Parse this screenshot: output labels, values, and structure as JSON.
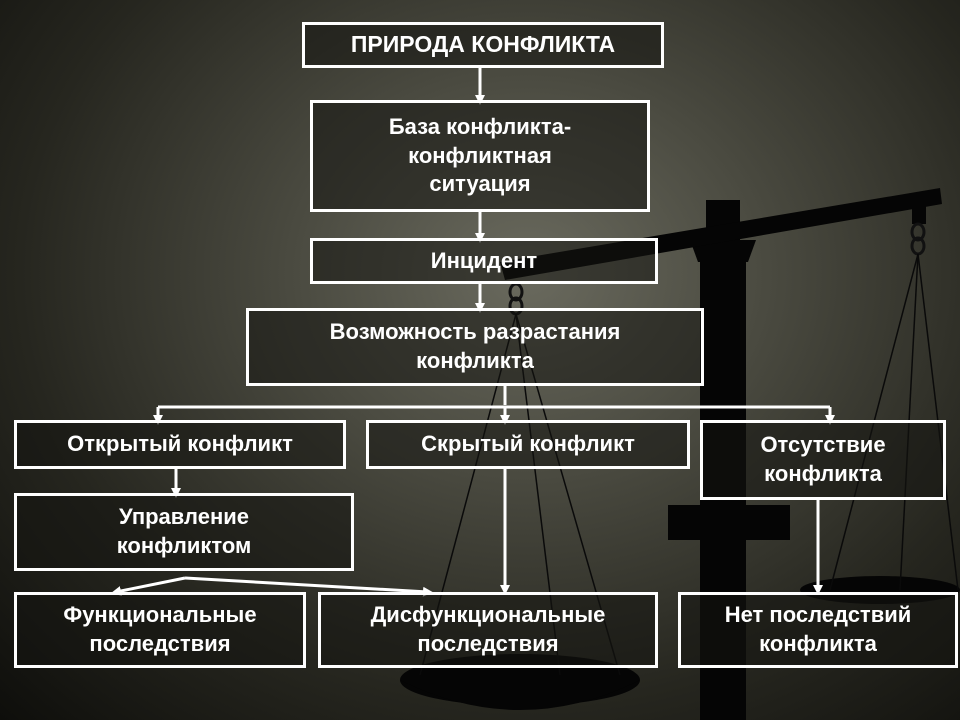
{
  "colors": {
    "box_border": "#ffffff",
    "text": "#ffffff",
    "arrow": "#ffffff",
    "background": "#2c2c26"
  },
  "diagram": {
    "title": "ПРИРОДА КОНФЛИКТА",
    "base": "База конфликта-\nконфликтная\nситуация",
    "incident": "Инцидент",
    "escalation": "Возможность разрастания\nконфликта",
    "open_conflict": "Открытый конфликт",
    "hidden_conflict": "Скрытый конфликт",
    "no_conflict": "Отсутствие\nконфликта",
    "management": "Управление\nконфликтом",
    "functional": "Функциональные\nпоследствия",
    "dysfunctional": "Дисфункциональные\nпоследствия",
    "no_consequences": "Нет последствий\nконфликта"
  },
  "background_image": "balance-scales"
}
